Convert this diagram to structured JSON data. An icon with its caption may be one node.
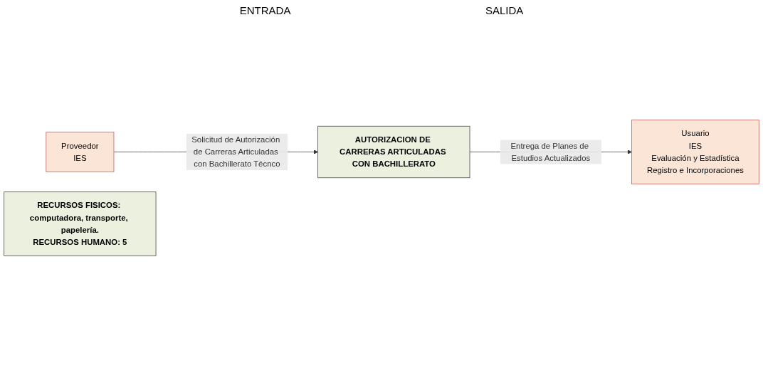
{
  "diagram": {
    "nodes": [
      {
        "text": [
          "Proveedor",
          "IES"
        ]
      },
      {
        "text": [
          "RECURSOS FISICOS: computadora, transporte, papelería.",
          "RECURSOS HUMANO: 5"
        ]
      },
      {
        "text": [
          "AUTORIZACION DE CARRERAS ARTICULADAS CON BACHILLERATO"
        ]
      },
      {
        "text": [
          "Usuario",
          "IES",
          "Evaluación y Estadística",
          "Registro e Incorporaciones"
        ]
      }
    ],
    "edges": [
      {
        "from": 0,
        "to": 2,
        "arrow": "to",
        "label": "Solicitud de Autorización de Carreras Articuladas con Bachillerato Técnco"
      },
      {
        "from": 2,
        "to": 3,
        "arrow": "to",
        "label": "Entrega de Planes de Estudios Actualizados"
      }
    ],
    "labels": [
      "ENTRADA",
      "SALIDA"
    ]
  }
}
